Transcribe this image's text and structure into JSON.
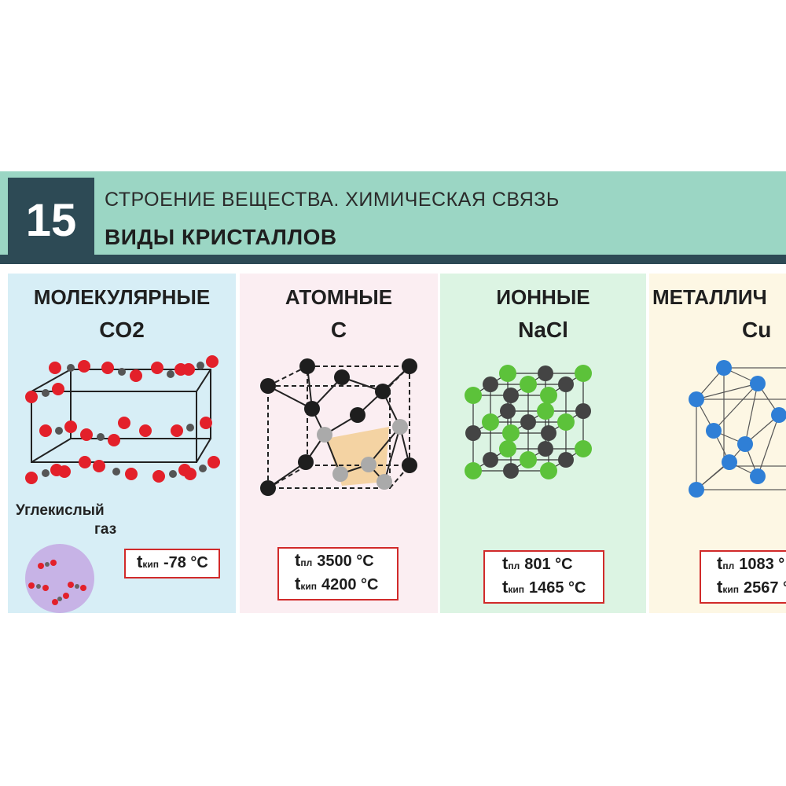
{
  "header": {
    "number": "15",
    "subtitle": "СТРОЕНИЕ ВЕЩЕСТВА. ХИМИЧЕСКАЯ СВЯЗЬ",
    "title": "ВИДЫ КРИСТАЛЛОВ"
  },
  "panels": [
    {
      "type": "МОЛЕКУЛЯРНЫЕ",
      "formula": "CO2",
      "gas_label_1": "Углекислый",
      "gas_label_2": "газ",
      "temps": [
        {
          "t": "t",
          "sub": "кип",
          "value": "-78 °C"
        }
      ]
    },
    {
      "type": "АТОМНЫЕ",
      "formula": "C",
      "temps": [
        {
          "t": "t",
          "sub": "пл",
          "value": "3500 °C"
        },
        {
          "t": "t",
          "sub": "кип",
          "value": "4200 °C"
        }
      ]
    },
    {
      "type": "ИОННЫЕ",
      "formula": "NaCl",
      "temps": [
        {
          "t": "t",
          "sub": "пл",
          "value": "801 °C"
        },
        {
          "t": "t",
          "sub": "кип",
          "value": "1465 °C"
        }
      ]
    },
    {
      "type": "МЕТАЛЛИЧ",
      "formula": "Cu",
      "temps": [
        {
          "t": "t",
          "sub": "пл",
          "value": "1083 °"
        },
        {
          "t": "t",
          "sub": "кип",
          "value": "2567 °"
        }
      ]
    }
  ],
  "colors": {
    "header_bg": "#9bd6c4",
    "header_dark": "#2d4a55",
    "oxygen": "#e3202a",
    "carbon_molecular": "#555555",
    "carbon_diamond": "#1e1e1e",
    "sodium": "#5cc23a",
    "chlorine": "#444444",
    "copper": "#2f7fd6",
    "temp_border": "#d12a2a"
  }
}
